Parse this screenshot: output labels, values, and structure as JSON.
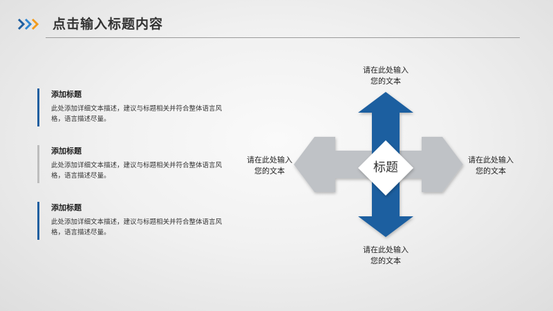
{
  "header": {
    "title": "点击输入标题内容",
    "chevron_colors": [
      "#1f5fa0",
      "#2f86d1",
      "#f29b1d"
    ]
  },
  "sections": [
    {
      "heading": "添加标题",
      "body": "此处添加详细文本描述，建议与标题相关并符合整体语言风格，语言描述尽量。",
      "accent": "#1f5fa0"
    },
    {
      "heading": "添加标题",
      "body": "此处添加详细文本描述，建议与标题相关并符合整体语言风格，语言描述尽量。",
      "accent": "#bdbdbd"
    },
    {
      "heading": "添加标题",
      "body": "此处添加详细文本描述，建议与标题相关并符合整体语言风格，语言描述尽量。",
      "accent": "#1f5fa0"
    }
  ],
  "diagram": {
    "center_label": "标题",
    "top": {
      "line1": "请在此处输入",
      "line2": "您的文本"
    },
    "left": {
      "line1": "请在此处输入",
      "line2": "您的文本"
    },
    "right": {
      "line1": "请在此处输入",
      "line2": "您的文本"
    },
    "bottom": {
      "line1": "请在此处输入",
      "line2": "您的文本"
    },
    "colors": {
      "vertical": "#1f5fa0",
      "horizontal": "#bfc2c6",
      "center": "#ffffff"
    }
  }
}
